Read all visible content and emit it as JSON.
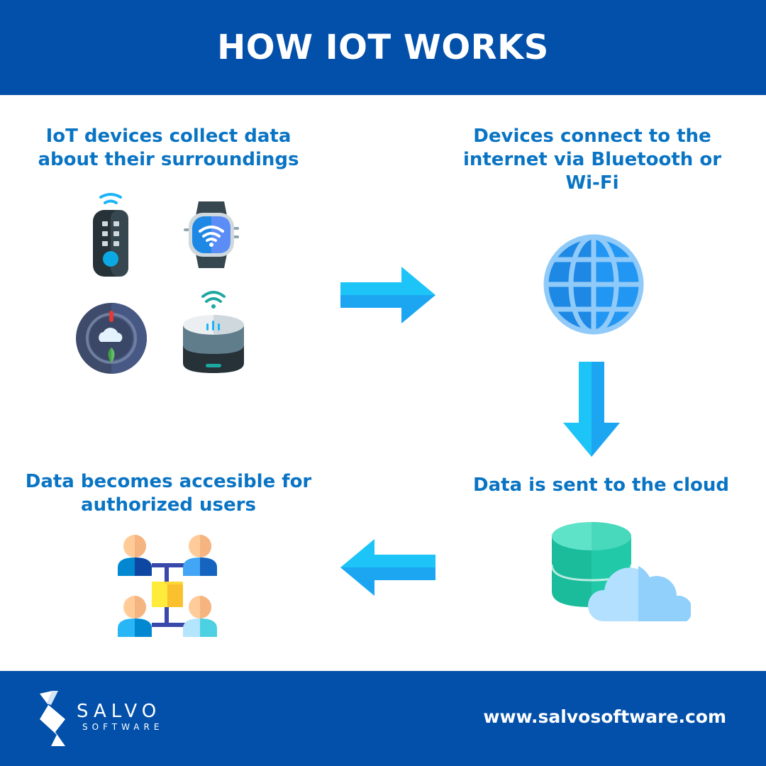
{
  "title": "HOW IOT WORKS",
  "steps": [
    {
      "text": "IoT devices collect data about their surroundings"
    },
    {
      "text": "Devices connect to the internet via Bluetooth or Wi-Fi"
    },
    {
      "text": "Data is sent to the cloud"
    },
    {
      "text": "Data becomes accesible for authorized users"
    }
  ],
  "icons": {
    "devices": [
      "remote-control-icon",
      "smartwatch-icon",
      "thermostat-icon",
      "smart-speaker-icon"
    ],
    "step2": "globe-icon",
    "step3": "database-cloud-icon",
    "step4": "user-network-icon"
  },
  "footer": {
    "brand_name": "SALVO",
    "brand_sub": "SOFTWARE",
    "url": "www.salvosoftware.com"
  },
  "colors": {
    "primary": "#0350aa",
    "caption": "#0a74c4",
    "arrow": "#1cb4f8"
  }
}
